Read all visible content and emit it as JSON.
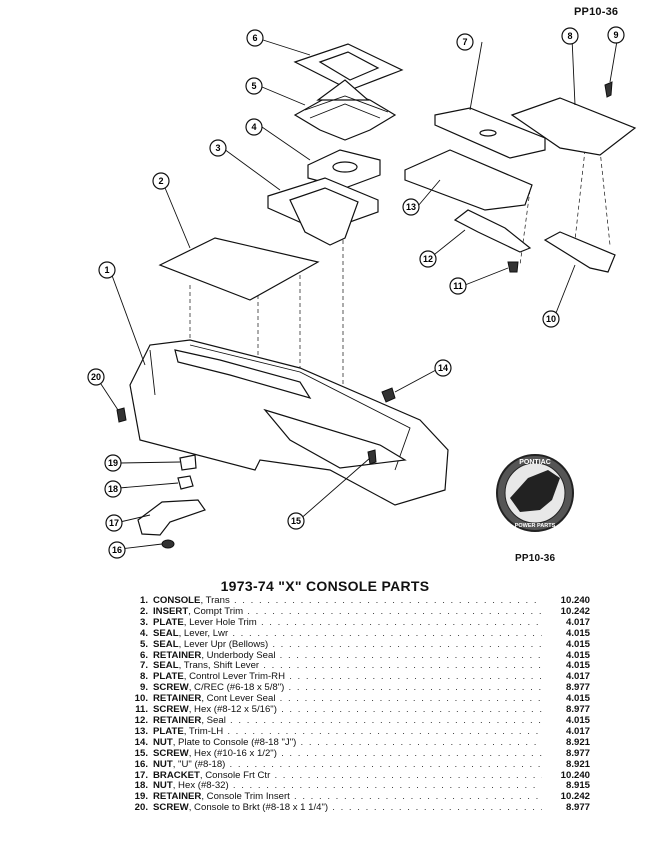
{
  "header": {
    "page_code": "PP10-36"
  },
  "diagram": {
    "figure_code": "PP10-36",
    "logo_text": [
      "PONTIAC",
      "POWER PARTS"
    ],
    "callouts": [
      "1",
      "2",
      "3",
      "4",
      "5",
      "6",
      "7",
      "8",
      "9",
      "10",
      "11",
      "12",
      "13",
      "14",
      "15",
      "16",
      "17",
      "18",
      "19",
      "20"
    ]
  },
  "title": "1973-74 \"X\" CONSOLE PARTS",
  "parts": [
    {
      "num": "1.",
      "name": "CONSOLE",
      "desc": ", Trans",
      "value": "10.240"
    },
    {
      "num": "2.",
      "name": "INSERT",
      "desc": ", Compt Trim",
      "value": "10.242"
    },
    {
      "num": "3.",
      "name": "PLATE",
      "desc": ", Lever Hole Trim",
      "value": "4.017"
    },
    {
      "num": "4.",
      "name": "SEAL",
      "desc": ", Lever, Lwr",
      "value": "4.015"
    },
    {
      "num": "5.",
      "name": "SEAL",
      "desc": ", Lever Upr (Bellows)",
      "value": "4.015"
    },
    {
      "num": "6.",
      "name": "RETAINER",
      "desc": ", Underbody Seal",
      "value": "4.015"
    },
    {
      "num": "7.",
      "name": "SEAL",
      "desc": ", Trans, Shift Lever",
      "value": "4.015"
    },
    {
      "num": "8.",
      "name": "PLATE",
      "desc": ", Control Lever Trim-RH",
      "value": "4.017"
    },
    {
      "num": "9.",
      "name": "SCREW",
      "desc": ", C/REC (#6-18 x 5/8\")",
      "value": "8.977"
    },
    {
      "num": "10.",
      "name": "RETAINER",
      "desc": ", Cont Lever Seal",
      "value": "4.015"
    },
    {
      "num": "11.",
      "name": "SCREW",
      "desc": ", Hex (#8-12 x 5/16\")",
      "value": "8.977"
    },
    {
      "num": "12.",
      "name": "RETAINER",
      "desc": ", Seal",
      "value": "4.015"
    },
    {
      "num": "13.",
      "name": "PLATE",
      "desc": ", Trim-LH",
      "value": "4.017"
    },
    {
      "num": "14.",
      "name": "NUT",
      "desc": ", Plate to Console (#8-18 \"J\")",
      "value": "8.921"
    },
    {
      "num": "15.",
      "name": "SCREW",
      "desc": ", Hex (#10-16 x 1/2\")",
      "value": "8.977"
    },
    {
      "num": "16.",
      "name": "NUT",
      "desc": ", \"U\" (#8-18)",
      "value": "8.921"
    },
    {
      "num": "17.",
      "name": "BRACKET",
      "desc": ", Console Frt Ctr",
      "value": "10.240"
    },
    {
      "num": "18.",
      "name": "NUT",
      "desc": ", Hex (#8-32)",
      "value": "8.915"
    },
    {
      "num": "19.",
      "name": "RETAINER",
      "desc": ", Console Trim Insert",
      "value": "10.242"
    },
    {
      "num": "20.",
      "name": "SCREW",
      "desc": ", Console to Brkt (#8-18 x 1 1/4\")",
      "value": "8.977"
    }
  ]
}
